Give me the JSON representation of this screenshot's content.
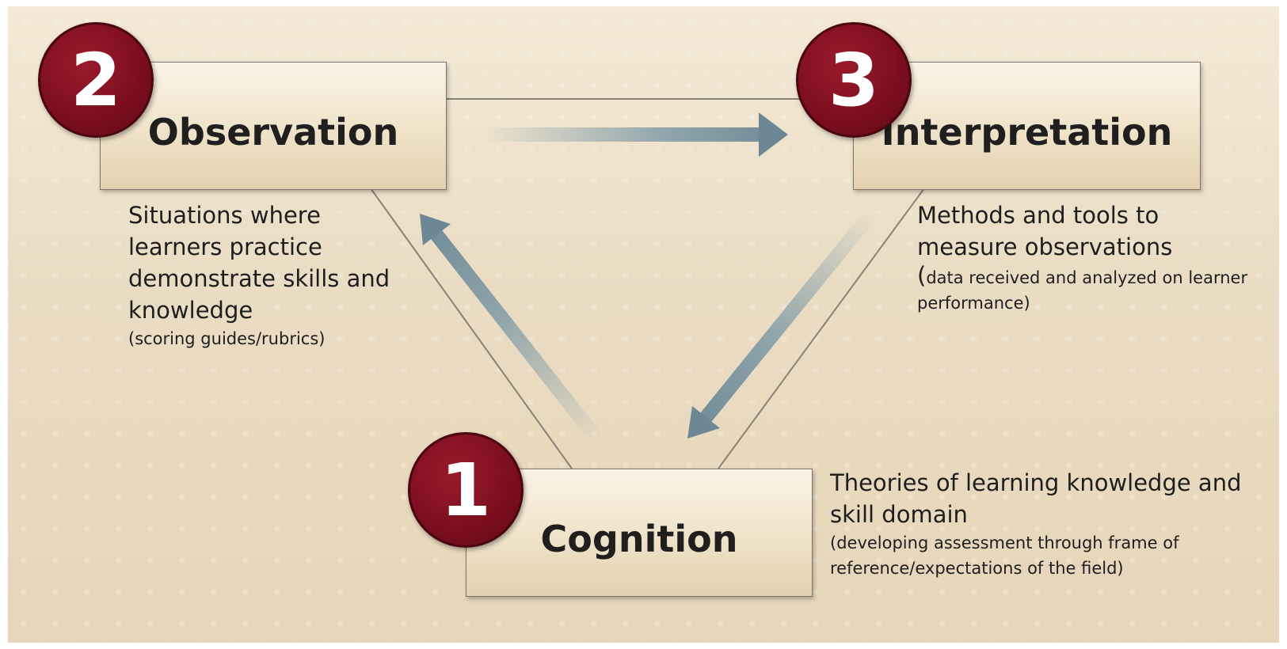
{
  "nodes": {
    "observation": {
      "number": "2",
      "title": "Observation",
      "description": "Situations where learners practice demonstrate skills and knowledge",
      "detail": "(scoring guides/rubrics)"
    },
    "interpretation": {
      "number": "3",
      "title": "Interpretation",
      "description": "Methods and tools to measure observations",
      "detail_open": "(",
      "detail": "data received and analyzed on learner performance)"
    },
    "cognition": {
      "number": "1",
      "title": "Cognition",
      "description": "Theories of learning knowledge and skill domain",
      "detail": "(developing assessment through frame of reference/expectations of the field)"
    }
  },
  "colors": {
    "badge": "#7a0e1e",
    "arrow": "#7f9aa6",
    "line": "#8a8276",
    "box_fill": "#efe2c8"
  }
}
